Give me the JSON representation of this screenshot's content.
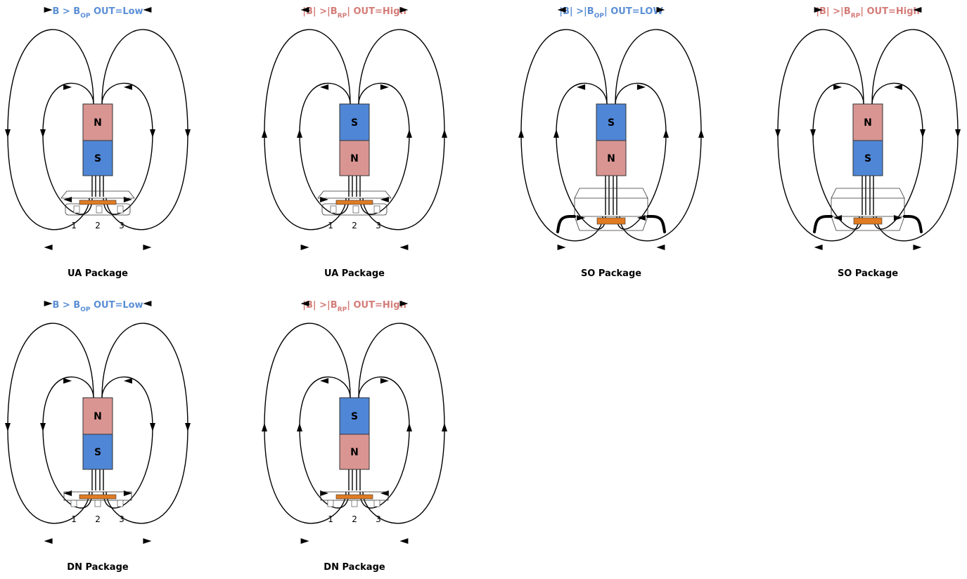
{
  "colors": {
    "north": "#d99592",
    "south": "#4f86d6",
    "sensor": "#e07b22",
    "title_blue": "#5b8fd6",
    "title_red": "#d47c78",
    "line": "#000000"
  },
  "panels": [
    {
      "title": {
        "color": "blue",
        "parts": [
          {
            "t": "B > B"
          },
          {
            "t": "OP",
            "sub": true
          },
          {
            "t": "  OUT=Low"
          }
        ]
      },
      "top_pole": "N",
      "bottom_pole": "S",
      "package": "UA",
      "pins": [
        "1",
        "2",
        "3"
      ],
      "caption": "UA Package",
      "field_direction": "down"
    },
    {
      "title": {
        "color": "red",
        "parts": [
          {
            "t": "|B| >|B"
          },
          {
            "t": "RP",
            "sub": true
          },
          {
            "t": "|  OUT=High"
          }
        ]
      },
      "top_pole": "S",
      "bottom_pole": "N",
      "package": "UA",
      "pins": [
        "1",
        "2",
        "3"
      ],
      "caption": "UA Package",
      "field_direction": "up"
    },
    {
      "title": {
        "color": "blue",
        "parts": [
          {
            "t": "|B| >|B"
          },
          {
            "t": "OP",
            "sub": true
          },
          {
            "t": "|  OUT=LOW"
          }
        ]
      },
      "top_pole": "S",
      "bottom_pole": "N",
      "package": "SO",
      "pins": [],
      "caption": "SO Package",
      "field_direction": "up"
    },
    {
      "title": {
        "color": "red",
        "parts": [
          {
            "t": "|B| >|B"
          },
          {
            "t": "RP",
            "sub": true
          },
          {
            "t": "|  OUT=High"
          }
        ]
      },
      "top_pole": "N",
      "bottom_pole": "S",
      "package": "SO",
      "pins": [],
      "caption": "SO Package",
      "field_direction": "down"
    },
    {
      "title": {
        "color": "blue",
        "parts": [
          {
            "t": "B > B"
          },
          {
            "t": "OP",
            "sub": true
          },
          {
            "t": "  OUT=Low"
          }
        ]
      },
      "top_pole": "N",
      "bottom_pole": "S",
      "package": "DN",
      "pins": [
        "1",
        "2",
        "3"
      ],
      "caption": "DN Package",
      "field_direction": "down"
    },
    {
      "title": {
        "color": "red",
        "parts": [
          {
            "t": "|B| >|B"
          },
          {
            "t": "RP",
            "sub": true
          },
          {
            "t": "|  OUT=High"
          }
        ]
      },
      "top_pole": "S",
      "bottom_pole": "N",
      "package": "DN",
      "pins": [
        "1",
        "2",
        "3"
      ],
      "caption": "DN Package",
      "field_direction": "up"
    }
  ]
}
